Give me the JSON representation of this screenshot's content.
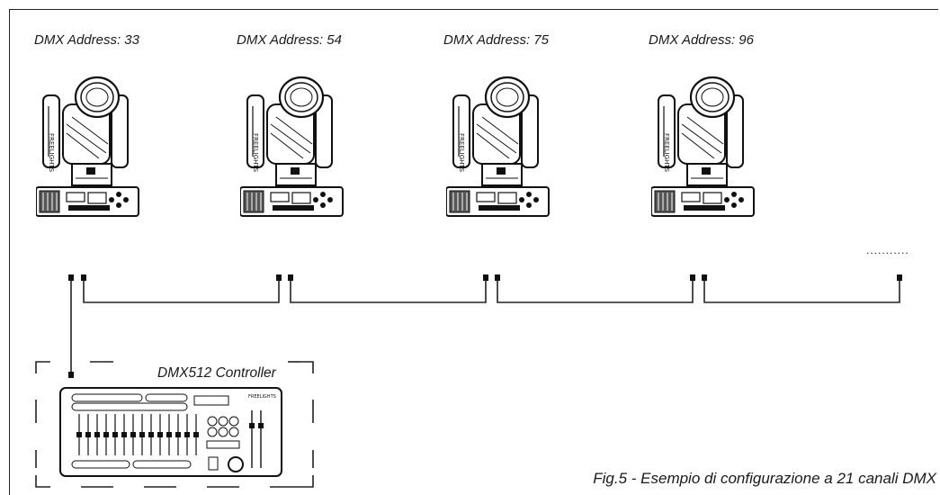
{
  "fixtures": [
    {
      "address": "DMX Address: 33"
    },
    {
      "address": "DMX Address: 54"
    },
    {
      "address": "DMX Address: 75"
    },
    {
      "address": "DMX Address: 96"
    }
  ],
  "more_indicator": "...........",
  "controller": {
    "label": "DMX512 Controller"
  },
  "caption": "Fig.5 - Esempio di configurazione a 21 canali DMX",
  "icons": [
    "moving-head-icon",
    "dmx-controller-icon"
  ]
}
